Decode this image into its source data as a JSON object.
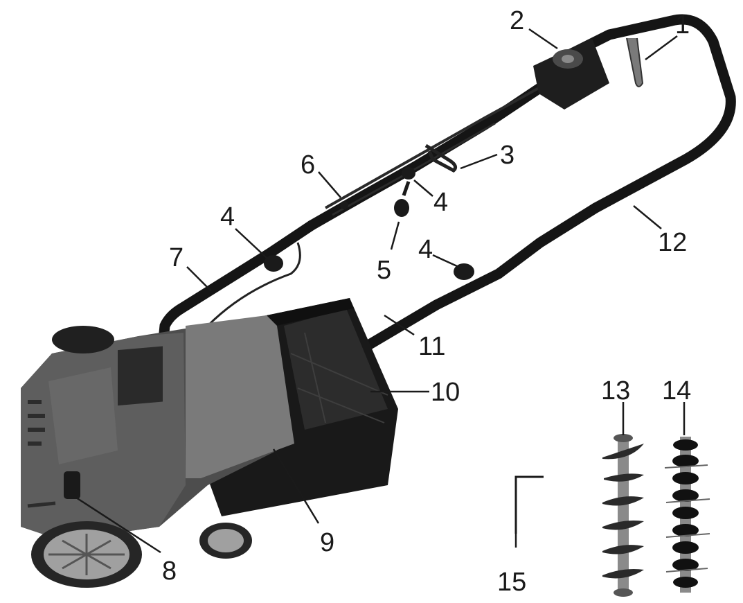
{
  "callouts": {
    "c1": "1",
    "c2": "2",
    "c3": "3",
    "c4a": "4",
    "c4b": "4",
    "c4c": "4",
    "c5": "5",
    "c6": "6",
    "c7": "7",
    "c8": "8",
    "c9": "9",
    "c10": "10",
    "c11": "11",
    "c12": "12",
    "c13": "13",
    "c14": "14",
    "c15": "15"
  }
}
